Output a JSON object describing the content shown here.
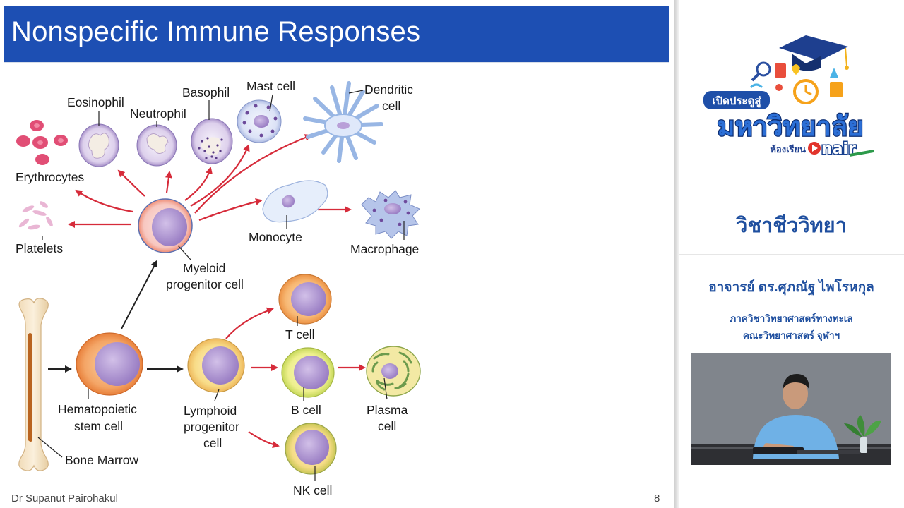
{
  "slide": {
    "title": "Nonspecific Immune Responses",
    "footer_author": "Dr Supanut Pairohakul",
    "slide_number": "8",
    "diagram_labels": {
      "eosinophil": "Eosinophil",
      "neutrophil": "Neutrophil",
      "basophil": "Basophil",
      "mast_cell": "Mast cell",
      "dendritic_1": "Dendritic",
      "dendritic_2": "cell",
      "erythrocytes": "Erythrocytes",
      "platelets": "Platelets",
      "monocyte": "Monocyte",
      "macrophage": "Macrophage",
      "myeloid_1": "Myeloid",
      "myeloid_2": "progenitor cell",
      "t_cell": "T cell",
      "b_cell": "B cell",
      "plasma_1": "Plasma",
      "plasma_2": "cell",
      "nk_cell": "NK cell",
      "hematopoietic_1": "Hematopoietic",
      "hematopoietic_2": "stem cell",
      "lymphoid_1": "Lymphoid",
      "lymphoid_2": "progenitor",
      "lymphoid_3": "cell",
      "bone_marrow": "Bone Marrow"
    }
  },
  "sidebar": {
    "logo": {
      "line1": "เปิดประตูสู่",
      "line2": "มหาวิทยาลัย",
      "line3_prefix": "ห้องเรียน",
      "line3_suffix": "nair"
    },
    "course_title": "วิชาชีววิทยา",
    "instructor_name": "อาจารย์ ดร.ศุภณัฐ ไพโรหกุล",
    "department": "ภาควิชาวิทยาศาสตร์ทางทะเล",
    "faculty": "คณะวิทยาศาสตร์ จุฬาฯ"
  },
  "colors": {
    "title_bar": "#1d4fb3",
    "sidebar_text": "#1f4f9f",
    "arrow_red": "#d62b3a",
    "arrow_black": "#222222"
  }
}
